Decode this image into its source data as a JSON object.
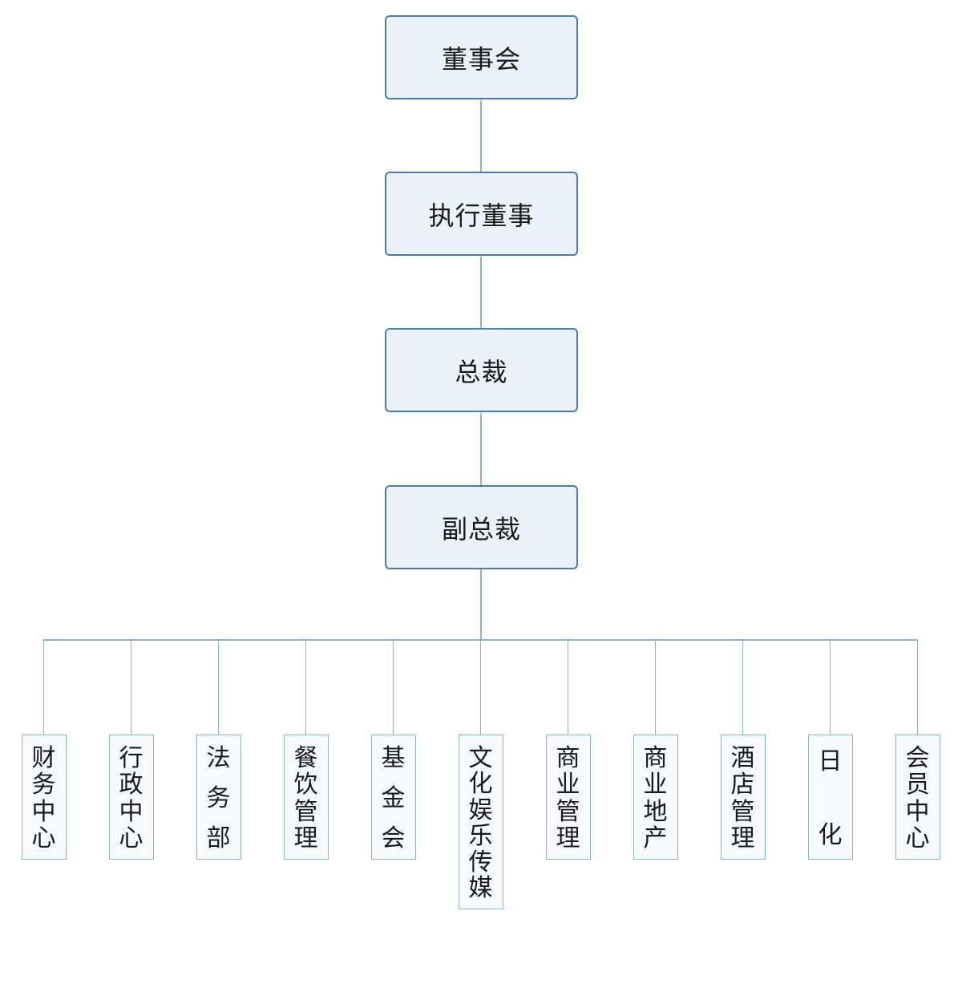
{
  "title_chain": [
    {
      "id": "board",
      "label": "董事会"
    },
    {
      "id": "exec",
      "label": "执行董事"
    },
    {
      "id": "president",
      "label": "总裁"
    },
    {
      "id": "vp",
      "label": "副总裁"
    }
  ],
  "departments": [
    {
      "label": "财务中心"
    },
    {
      "label": "行政中心"
    },
    {
      "label": "法务部"
    },
    {
      "label": "餐饮管理"
    },
    {
      "label": "基金会"
    },
    {
      "label": "文化娱乐传媒"
    },
    {
      "label": "商业管理"
    },
    {
      "label": "商业地产"
    },
    {
      "label": "酒店管理"
    },
    {
      "label": "日化"
    },
    {
      "label": "会员中心"
    }
  ],
  "colors": {
    "box_border": "#4a7eaa",
    "box_fill": "#eaf1fb",
    "connector": "#8fb2cc",
    "dept_fill": "#f6f9fd"
  }
}
